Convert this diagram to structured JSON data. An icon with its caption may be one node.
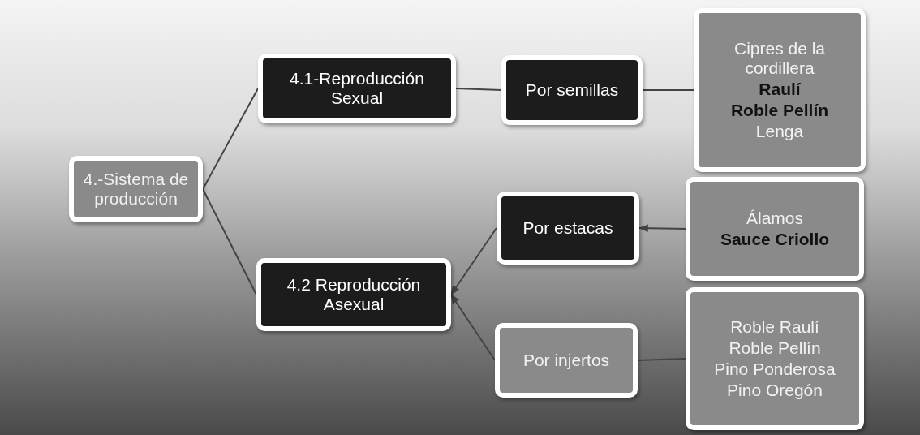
{
  "diagram": {
    "nodes": [
      {
        "text": [
          "4.-Sistema de producción"
        ]
      },
      {
        "text": [
          "4.1-Reproducción Sexual"
        ]
      },
      {
        "text": [
          "Por semillas"
        ]
      },
      {
        "text": [
          "Cipres de la cordillera",
          "**Raulí**",
          "**Roble Pellín**",
          "Lenga"
        ]
      },
      {
        "text": [
          "4.2 Reproducción Asexual"
        ]
      },
      {
        "text": [
          "Por estacas"
        ]
      },
      {
        "text": [
          "Álamos",
          "**Sauce Criollo**"
        ]
      },
      {
        "text": [
          "Por injertos"
        ]
      },
      {
        "text": [
          "Roble Raulí",
          "Roble Pellín",
          "Pino Ponderosa",
          "Pino Oregón"
        ]
      }
    ],
    "edges": [
      {
        "from": 0,
        "to": 1,
        "arrow": "none"
      },
      {
        "from": 0,
        "to": 4,
        "arrow": "none"
      },
      {
        "from": 1,
        "to": 2,
        "arrow": "none"
      },
      {
        "from": 2,
        "to": 3,
        "arrow": "none"
      },
      {
        "from": 5,
        "to": 4,
        "arrow": "to"
      },
      {
        "from": 7,
        "to": 4,
        "arrow": "to"
      },
      {
        "from": 6,
        "to": 5,
        "arrow": "to"
      },
      {
        "from": 7,
        "to": 8,
        "arrow": "none"
      }
    ]
  }
}
